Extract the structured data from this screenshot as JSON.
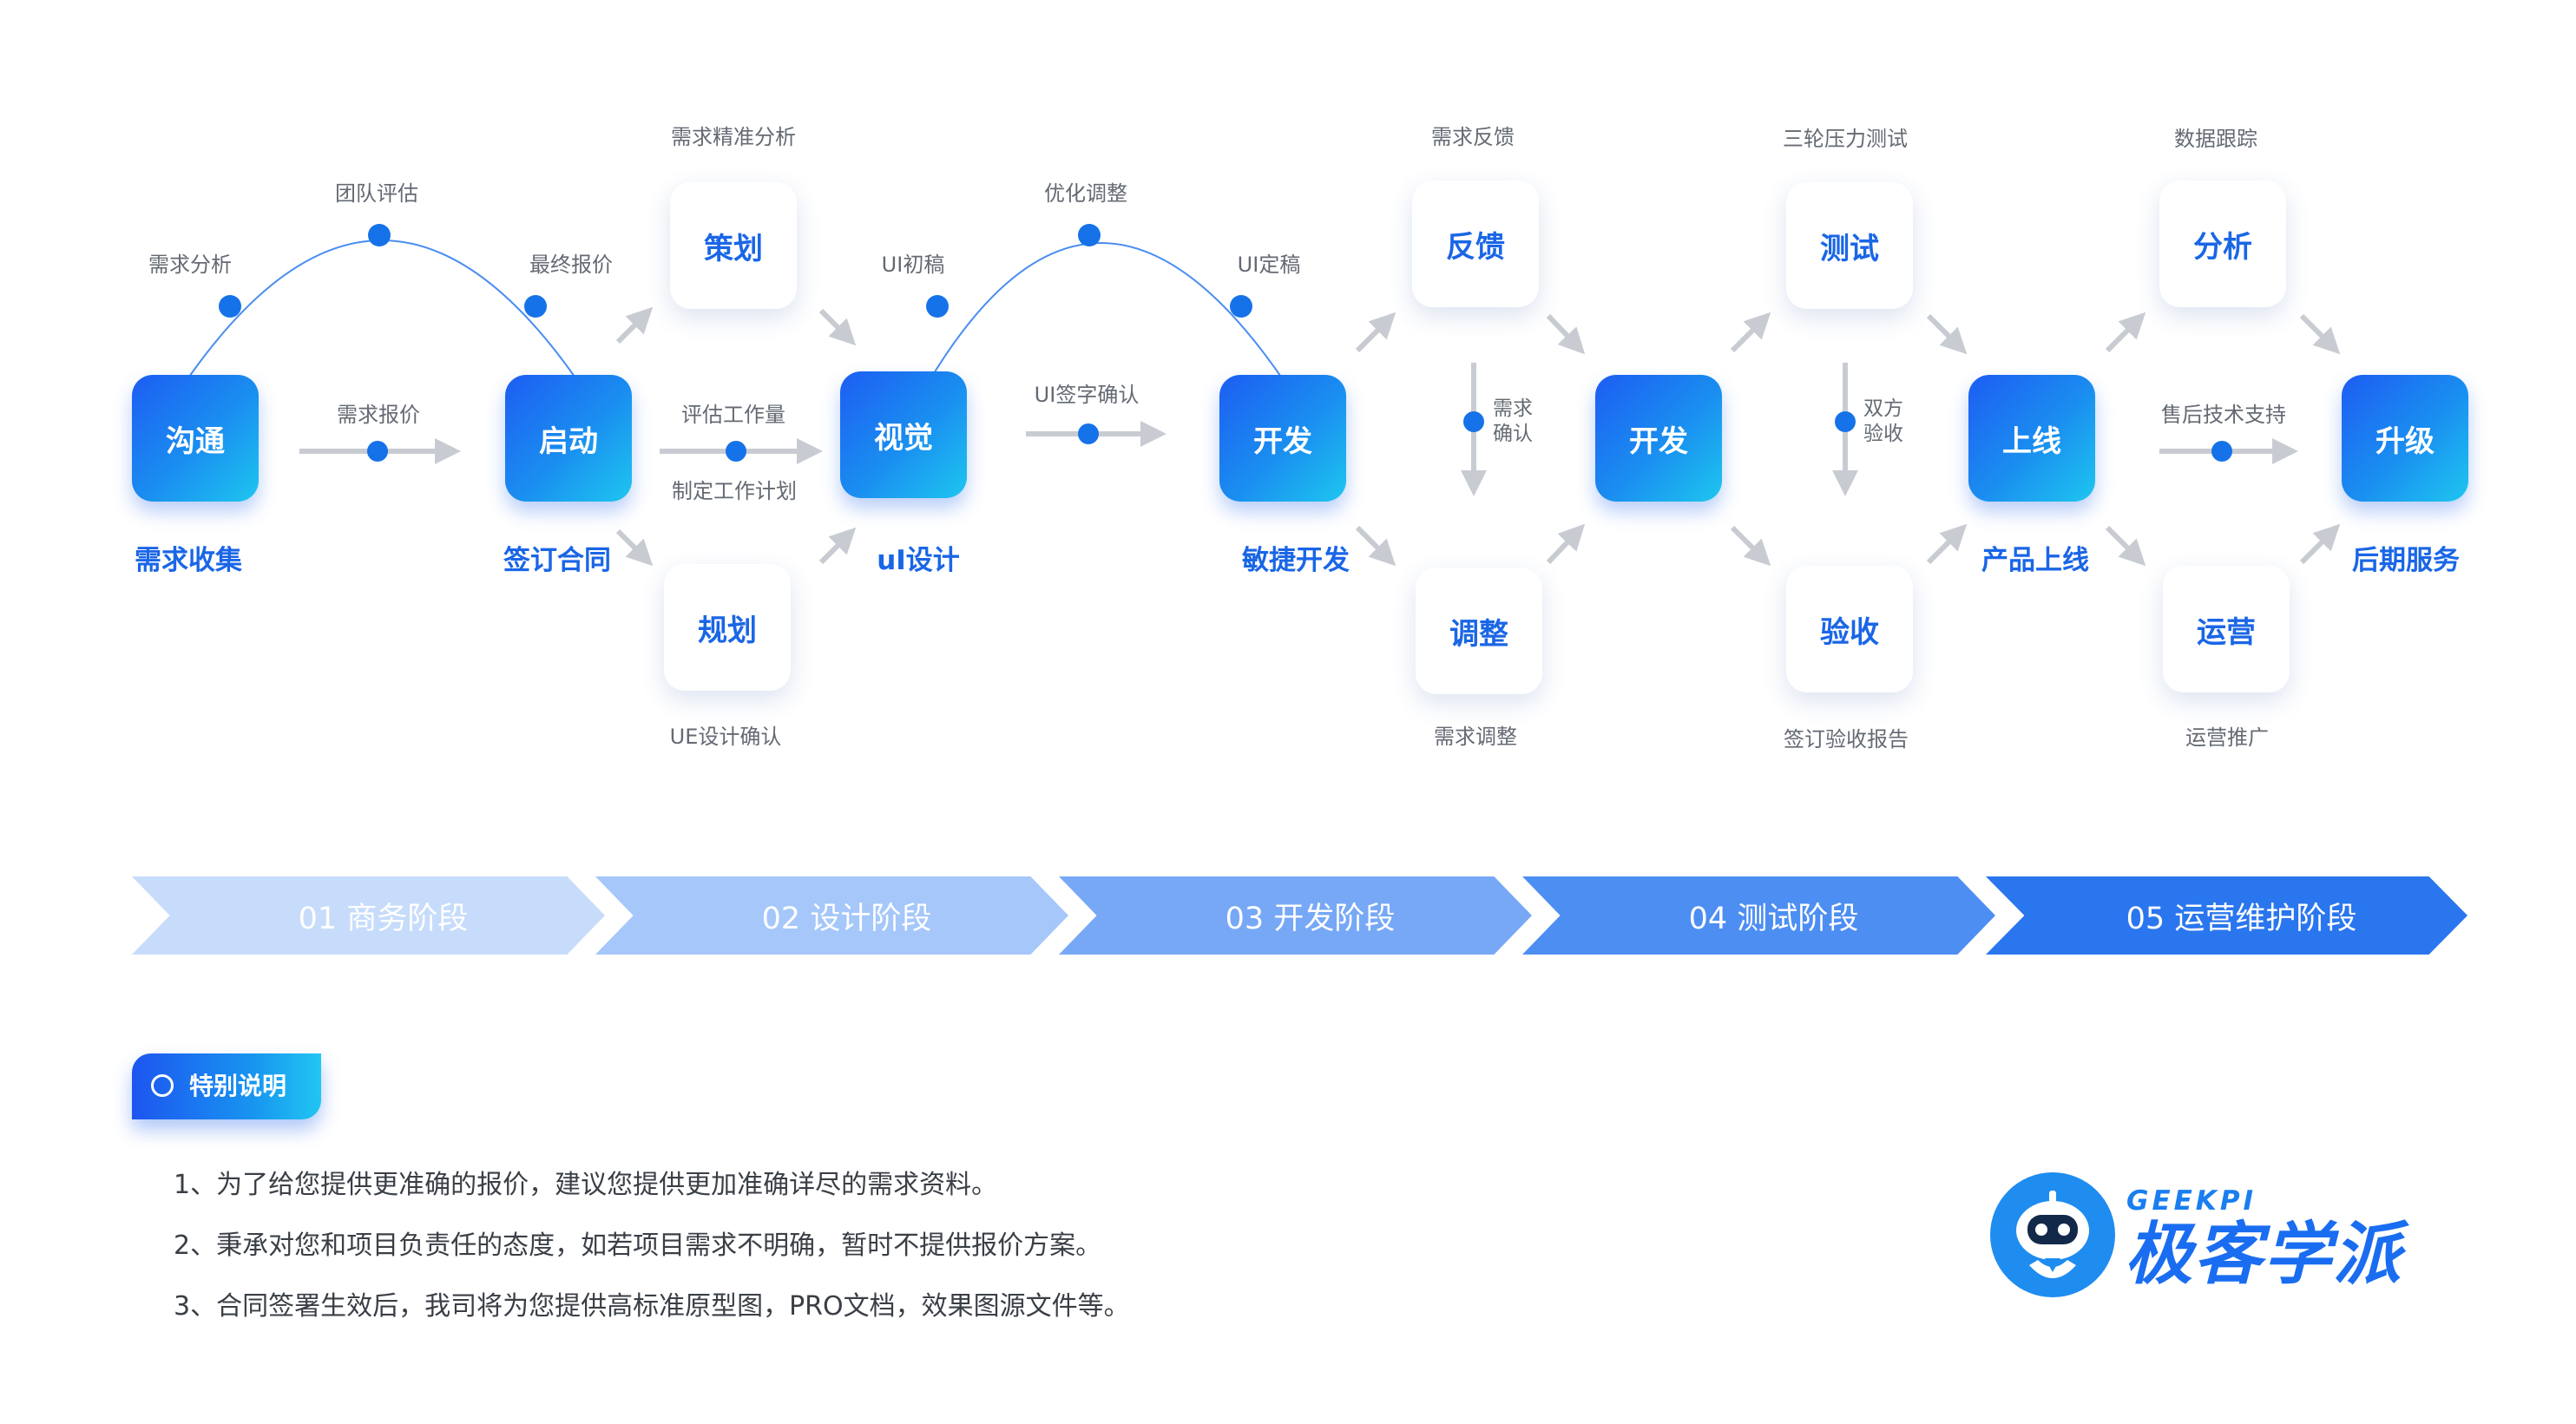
{
  "nodes": {
    "goutong": "沟通",
    "qidong": "启动",
    "cehua": "策划",
    "guihua": "规划",
    "shijue": "视觉",
    "kaifa1": "开发",
    "fankui": "反馈",
    "tiaozheng": "调整",
    "kaifa2": "开发",
    "ceshi": "测试",
    "yanshou": "验收",
    "shangxian": "上线",
    "fenxi": "分析",
    "yunying": "运营",
    "shengji": "升级"
  },
  "main_labels": {
    "goutong": "需求收集",
    "qidong": "签订合同",
    "shijue": "uI设计",
    "kaifa1": "敏捷开发",
    "shangxian": "产品上线",
    "shengji": "后期服务"
  },
  "step_labels": {
    "xuqiu_fenxi": "需求分析",
    "tuandui_pinggu": "团队评估",
    "zuizhong_baojia": "最终报价",
    "xuqiu_baojia": "需求报价",
    "xuqiu_jingzhun": "需求精准分析",
    "pinggu_gongzuoliang": "评估工作量",
    "zhiding_jihua": "制定工作计划",
    "ue_queren": "UE设计确认",
    "ui_chugao": "UI初稿",
    "youhua_tiaozheng": "优化调整",
    "ui_dinggao": "UI定稿",
    "ui_qianzi": "UI签字确认",
    "xuqiu_fankui": "需求反馈",
    "xuqiu_tiaozheng": "需求调整",
    "sanlun_ceshi": "三轮压力测试",
    "qianding_yanshou": "签订验收报告",
    "shuju_genzong": "数据跟踪",
    "yunying_tuiguang": "运营推广",
    "shouhou_zhichi": "售后技术支持",
    "xuqiu_queren": "需求确认",
    "shuangfang_yanshou": "双方验收"
  },
  "stages": [
    {
      "label": "01 商务阶段",
      "color": "#c7dcfb"
    },
    {
      "label": "02 设计阶段",
      "color": "#a5c7fa"
    },
    {
      "label": "03 开发阶段",
      "color": "#77a8f6"
    },
    {
      "label": "04 测试阶段",
      "color": "#4d8ef2"
    },
    {
      "label": "05 运营维护阶段",
      "color": "#2a76ee"
    }
  ],
  "colors": {
    "accent": "#1a66e6",
    "dot": "#1672e8",
    "arrow_gray": "#c8ccd2",
    "text_gray": "#646a73"
  },
  "notes": {
    "title": "特别说明",
    "lines": [
      "1、为了给您提供更准确的报价，建议您提供更加准确详尽的需求资料。",
      "2、秉承对您和项目负责任的态度，如若项目需求不明确，暂时不提供报价方案。",
      "3、合同签署生效后，我司将为您提供高标准原型图，PRO文档，效果图源文件等。"
    ]
  },
  "logo": {
    "latin": "GEEKPI",
    "name": "极客学派"
  }
}
